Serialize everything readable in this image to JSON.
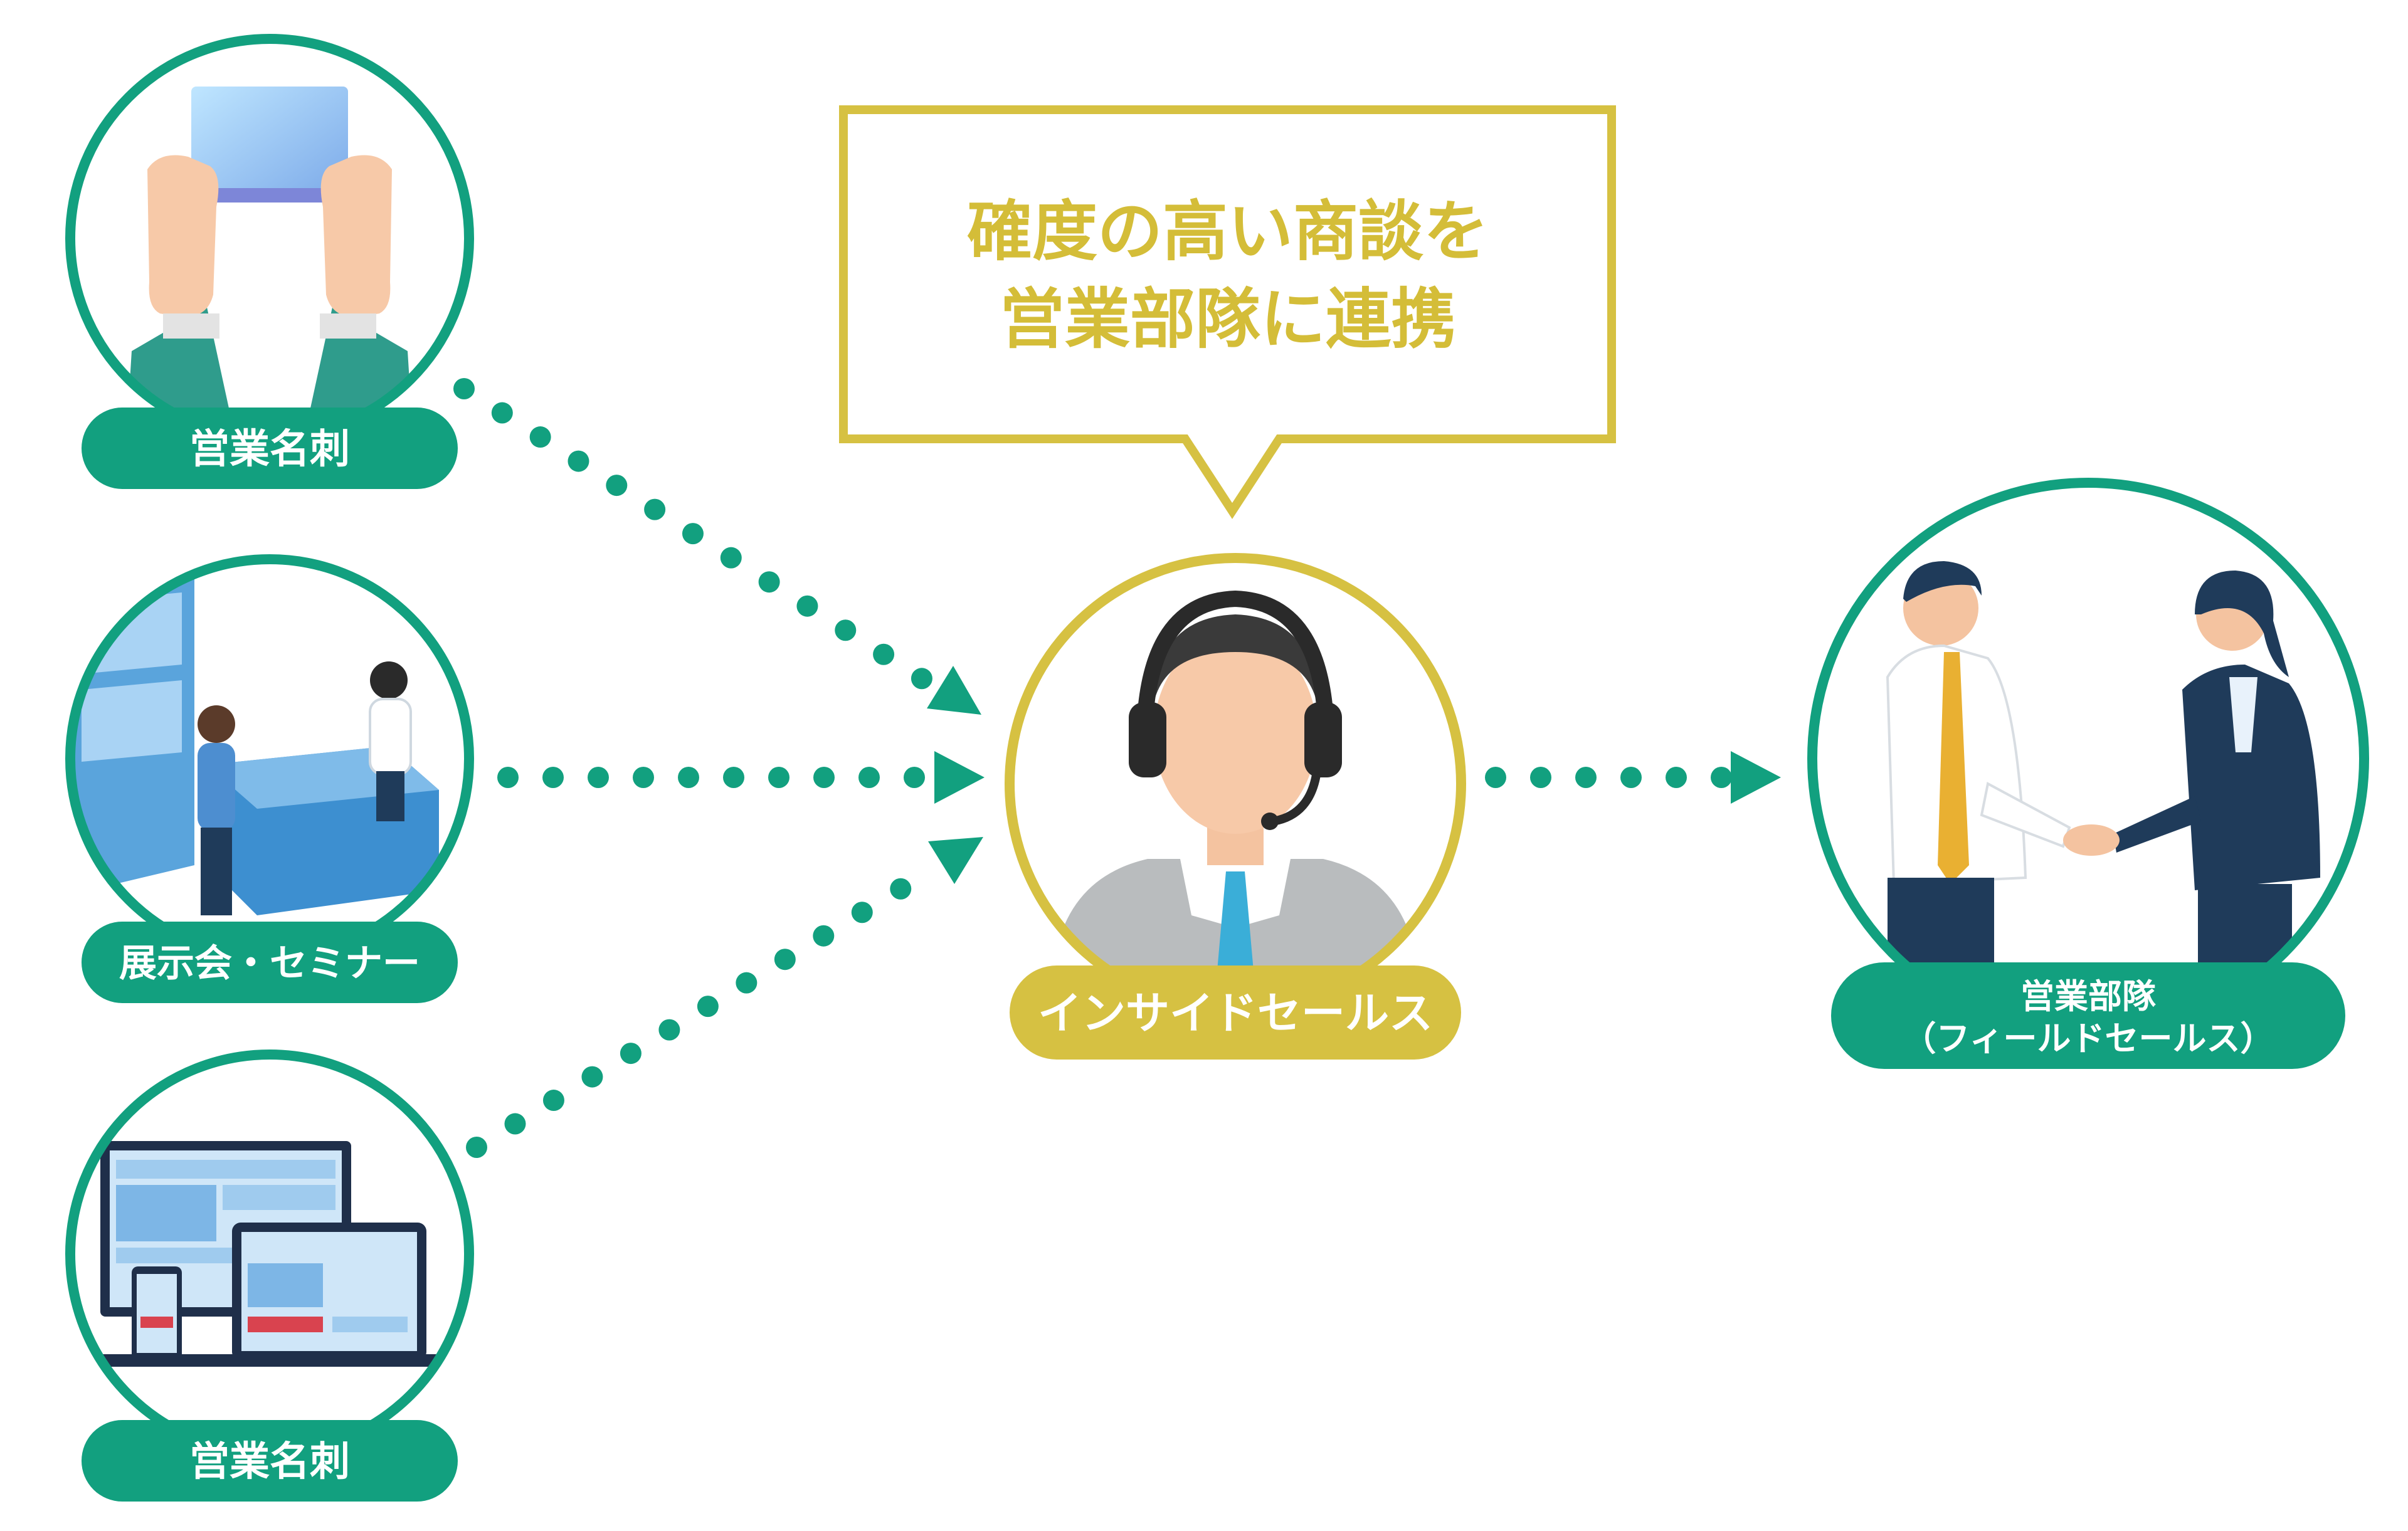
{
  "colors": {
    "green": "#12a07f",
    "gold": "#d6c142",
    "gold_text": "#d4bd38",
    "white": "#ffffff",
    "skin": "#f7c9a8",
    "suit_gray": "#b9bcbe",
    "tie_blue": "#3aaed8",
    "navy": "#1f3b5a",
    "screen_blue": "#8fc8ef",
    "booth_blue": "#3d8fd0",
    "tie_gold": "#e9b032"
  },
  "sources": [
    {
      "label": "営業名刺",
      "icon": "card-hands-icon"
    },
    {
      "label": "展示会・セミナー",
      "icon": "exhibition-booth-icon"
    },
    {
      "label": "営業名刺",
      "icon": "web-devices-icon"
    }
  ],
  "center": {
    "label": "インサイドセールス",
    "icon": "headset-operator-icon"
  },
  "callout": {
    "line1": "確度の高い商談を",
    "line2": "営業部隊に連携"
  },
  "target": {
    "line1": "営業部隊",
    "line2": "（フィールドセールス）",
    "icon": "handshake-icon"
  }
}
